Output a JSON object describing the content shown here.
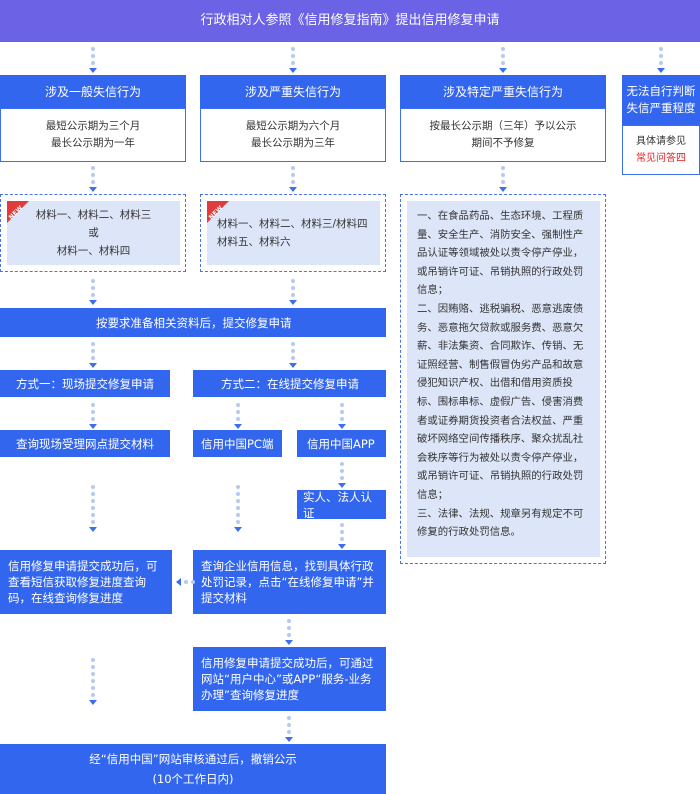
{
  "top_title": "行政相对人参照《信用修复指南》提出信用修复申请",
  "columns": {
    "general": {
      "header": "涉及一般失信行为",
      "line1": "最短公示期为三个月",
      "line2": "最长公示期为一年",
      "materials1": "材料一、材料二、材料三",
      "materials_or": "或",
      "materials2": "材料一、材料四"
    },
    "serious": {
      "header": "涉及严重失信行为",
      "line1": "最短公示期为六个月",
      "line2": "最长公示期为三年",
      "materials1": "材料一、材料二、材料三/材料四",
      "materials2": "材料五、材料六"
    },
    "special": {
      "header": "涉及特定严重失信行为",
      "line1": "按最长公示期（三年）予以公示",
      "line2": "期间不予修复",
      "detail_lines": [
        "一、在食品药品、生态环境、工程质",
        "量、安全生产、消防安全、强制性产",
        "品认证等领域被处以责令停产停业，",
        "或吊销许可证、吊销执照的行政处罚",
        "信息；",
        "二、因贿赂、逃税骗税、恶意逃废债",
        "务、恶意拖欠贷款或服务费、恶意欠",
        "薪、非法集资、合同欺诈、传销、无",
        "证照经营、制售假冒伪劣产品和故意",
        "侵犯知识产权、出借和借用资质投",
        "标、围标串标、虚假广告、侵害消费",
        "者或证券期货投资者合法权益、严重",
        "破坏网络空间传播秩序、聚众扰乱社",
        "会秩序等行为被处以责令停产停业，",
        "或吊销许可证、吊销执照的行政处罚",
        "信息；",
        "三、法律、法规、规章另有规定不可",
        "修复的行政处罚信息。"
      ]
    },
    "unknown": {
      "header_line1": "无法自行判断",
      "header_line2": "失信严重程度",
      "body_line1": "具体请参见",
      "body_link": "常见问答四"
    }
  },
  "new_tag": "NEW",
  "submit_step": "按要求准备相关资料后，提交修复申请",
  "method1": {
    "title": "方式一：现场提交修复申请",
    "step": "查询现场受理网点提交材料"
  },
  "method2": {
    "title": "方式二：在线提交修复申请",
    "pc": "信用中国PC端",
    "app": "信用中国APP",
    "auth": "实人、法人认证",
    "query": "查询企业信用信息，找到具体行政处罚记录，点击“在线修复申请”并提交材料",
    "after": "信用修复申请提交成功后，可通过网站“用户中心”或APP“服务-业务办理”查询修复进度"
  },
  "sms_step": "信用修复申请提交成功后，可查看短信获取修复进度查询码，在线查询修复进度",
  "final_line1": "经“信用中国”网站审核通过后，撤销公示",
  "final_line2": "(10个工作日内)",
  "colors": {
    "primary_blue": "#3366ee",
    "header_purple": "#6b62e6",
    "panel_bg": "#dde6f8",
    "link_red": "#e02020"
  }
}
